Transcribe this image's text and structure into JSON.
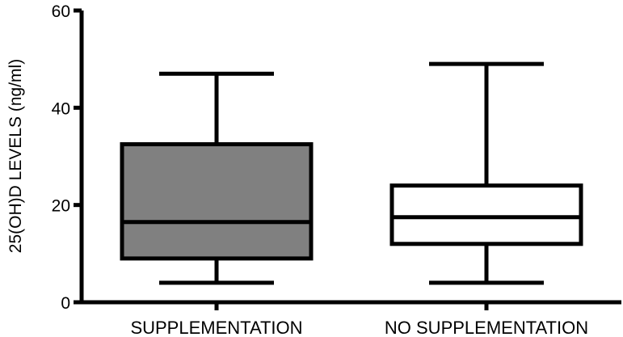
{
  "chart_data": {
    "type": "box",
    "ylabel": "25(OH)D LEVELS (ng/ml)",
    "xlabel": "",
    "ylim": [
      0,
      60
    ],
    "yticks": [
      0,
      20,
      40,
      60
    ],
    "grid": false,
    "boxes": [
      {
        "category": "SUPPLEMENTATION",
        "min": 4,
        "q1": 9,
        "median": 16.5,
        "q3": 32.5,
        "max": 47,
        "fill": "#808080"
      },
      {
        "category": "NO SUPPLEMENTATION",
        "min": 4,
        "q1": 12,
        "median": 17.5,
        "q3": 24,
        "max": 49,
        "fill": "#ffffff"
      }
    ],
    "colors": {
      "stroke": "#000000"
    }
  }
}
